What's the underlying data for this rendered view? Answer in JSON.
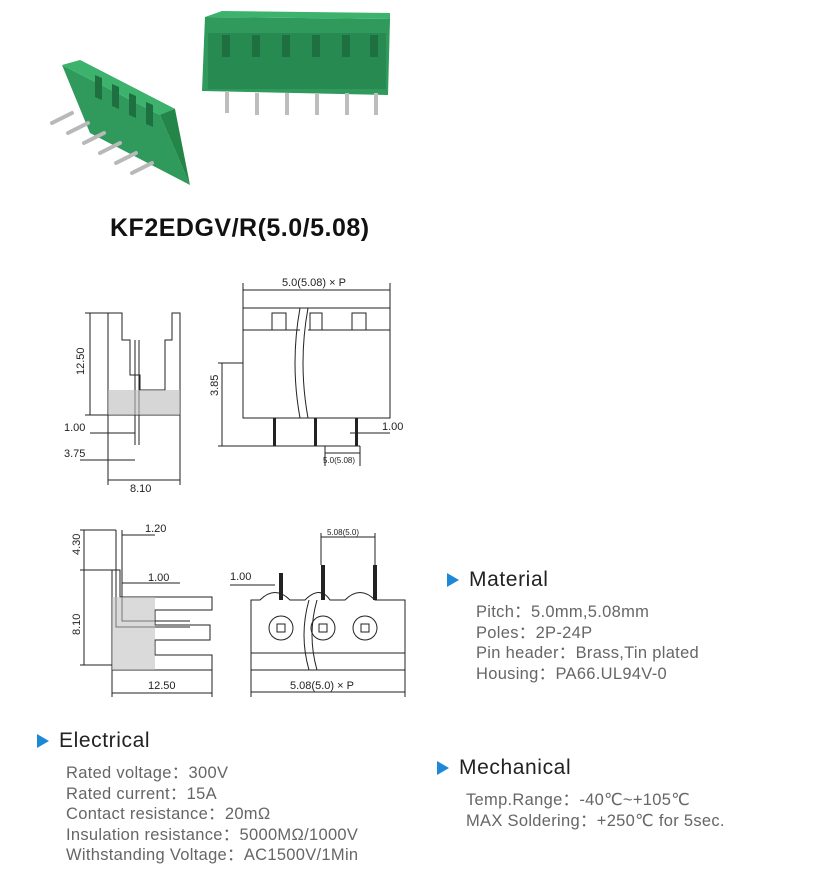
{
  "product": {
    "model": "KF2EDGV/R(5.0/5.08)"
  },
  "drawings": {
    "top_side": {
      "h1": "12.50",
      "pin": "1.00",
      "offset": "3.75",
      "width": "8.10"
    },
    "top_front": {
      "pitch": "5.0(5.08) × P",
      "height": "3.85",
      "pin": "1.00",
      "pitch_small": "5.0(5.08)"
    },
    "bottom_side": {
      "top": "4.30",
      "pin_offset": "1.20",
      "pin": "1.00",
      "height": "8.10",
      "width": "12.50"
    },
    "bottom_front": {
      "pin": "1.00",
      "pitch_small": "5.08(5.0)",
      "pitch": "5.08(5.0) × P"
    }
  },
  "sections": {
    "material": {
      "title": "Material",
      "items": [
        "Pitch：5.0mm,5.08mm",
        "Poles：2P-24P",
        "Pin header：Brass,Tin plated",
        "Housing：PA66.UL94V-0"
      ]
    },
    "electrical": {
      "title": "Electrical",
      "items": [
        "Rated voltage：300V",
        "Rated current：15A",
        "Contact resistance：20mΩ",
        "Insulation resistance：5000MΩ/1000V",
        "Withstanding Voltage：AC1500V/1Min"
      ]
    },
    "mechanical": {
      "title": "Mechanical",
      "items": [
        "Temp.Range：-40℃~+105℃",
        "MAX Soldering：+250℃ for 5sec."
      ]
    }
  },
  "colors": {
    "housing": "#2e8b57",
    "housing_dark": "#1f6b40",
    "accent": "#1e88d8",
    "pin": "#c8c8c8"
  }
}
